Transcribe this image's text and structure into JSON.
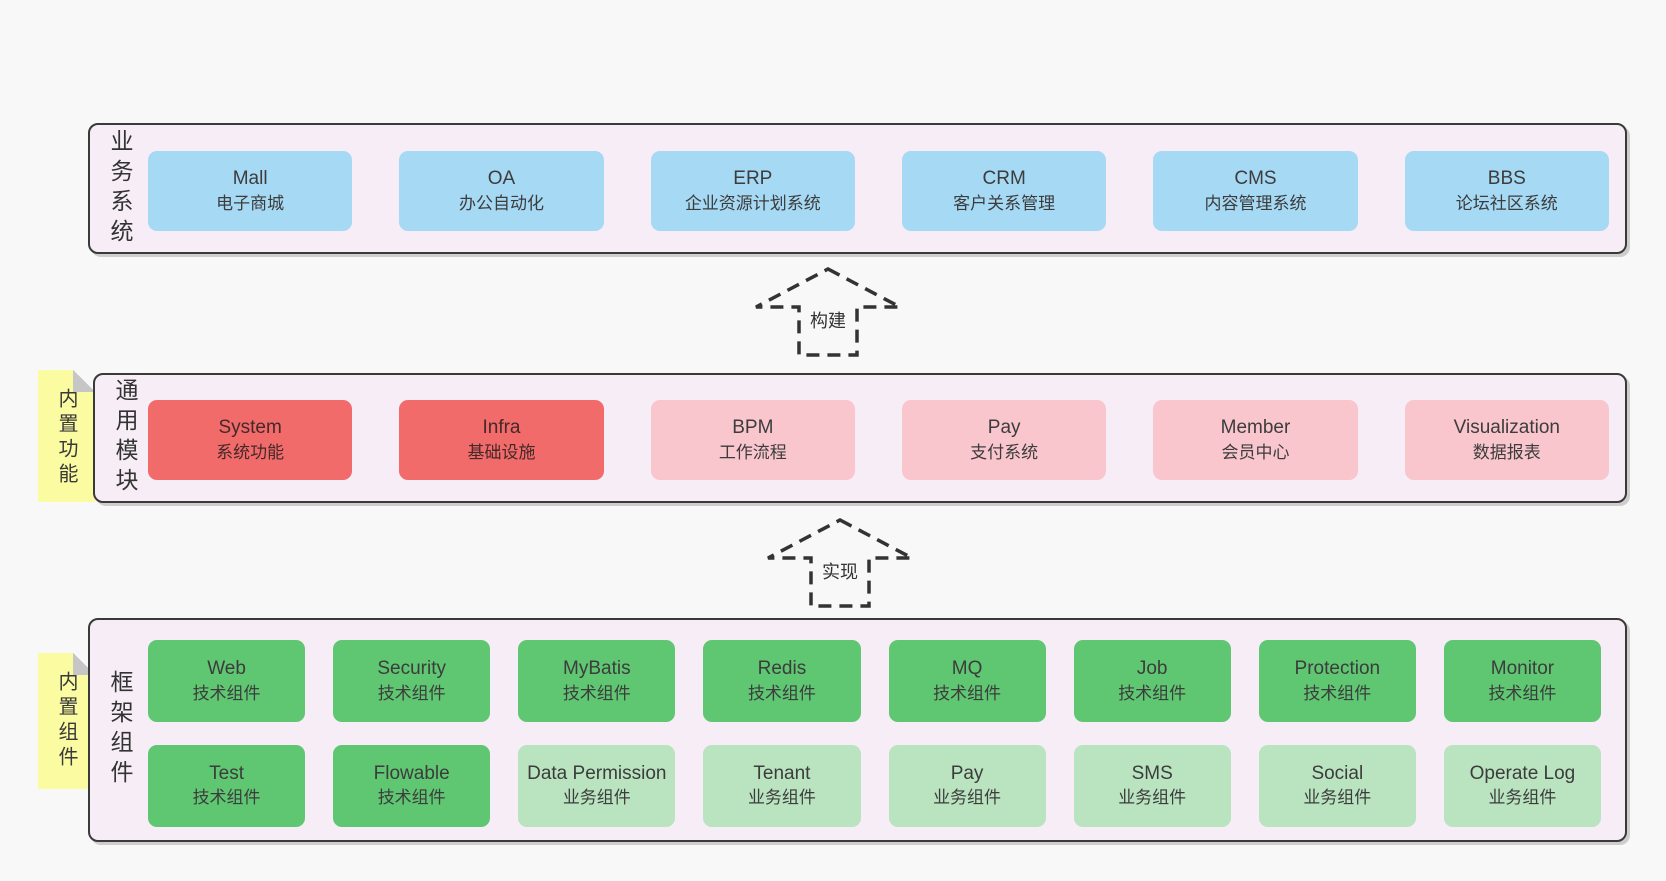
{
  "colors": {
    "page_bg": "#f8f8f8",
    "container_fill": "#f7edf6",
    "container_border": "#3a3a3a",
    "box_blue": "#a6d9f4",
    "box_red": "#f16b6b",
    "box_pink": "#f9c6ce",
    "box_green": "#5fc672",
    "box_green_light": "#b9e4bf",
    "sticky_bg": "#fbfba2",
    "sticky_fold": "#c6c6c6",
    "text_dark": "#3c3c3c",
    "text_on_red": "#452828",
    "arrow_stroke": "#333333"
  },
  "layers": [
    {
      "label": "业务系统",
      "boxes": [
        {
          "title": "Mall",
          "subtitle": "电子商城"
        },
        {
          "title": "OA",
          "subtitle": "办公自动化"
        },
        {
          "title": "ERP",
          "subtitle": "企业资源计划系统"
        },
        {
          "title": "CRM",
          "subtitle": "客户关系管理"
        },
        {
          "title": "CMS",
          "subtitle": "内容管理系统"
        },
        {
          "title": "BBS",
          "subtitle": "论坛社区系统"
        }
      ]
    },
    {
      "label": "通用模块",
      "sticky": "内置功能",
      "boxes": [
        {
          "title": "System",
          "subtitle": "系统功能"
        },
        {
          "title": "Infra",
          "subtitle": "基础设施"
        },
        {
          "title": "BPM",
          "subtitle": "工作流程"
        },
        {
          "title": "Pay",
          "subtitle": "支付系统"
        },
        {
          "title": "Member",
          "subtitle": "会员中心"
        },
        {
          "title": "Visualization",
          "subtitle": "数据报表"
        }
      ]
    },
    {
      "label": "框架组件",
      "sticky": "内置组件",
      "rows": [
        [
          {
            "title": "Web",
            "subtitle": "技术组件"
          },
          {
            "title": "Security",
            "subtitle": "技术组件"
          },
          {
            "title": "MyBatis",
            "subtitle": "技术组件"
          },
          {
            "title": "Redis",
            "subtitle": "技术组件"
          },
          {
            "title": "MQ",
            "subtitle": "技术组件"
          },
          {
            "title": "Job",
            "subtitle": "技术组件"
          },
          {
            "title": "Protection",
            "subtitle": "技术组件"
          },
          {
            "title": "Monitor",
            "subtitle": "技术组件"
          }
        ],
        [
          {
            "title": "Test",
            "subtitle": "技术组件"
          },
          {
            "title": "Flowable",
            "subtitle": "技术组件"
          },
          {
            "title": "Data Permission",
            "subtitle": "业务组件"
          },
          {
            "title": "Tenant",
            "subtitle": "业务组件"
          },
          {
            "title": "Pay",
            "subtitle": "业务组件"
          },
          {
            "title": "SMS",
            "subtitle": "业务组件"
          },
          {
            "title": "Social",
            "subtitle": "业务组件"
          },
          {
            "title": "Operate Log",
            "subtitle": "业务组件"
          }
        ]
      ]
    }
  ],
  "arrows": [
    {
      "label": "构建"
    },
    {
      "label": "实现"
    }
  ]
}
